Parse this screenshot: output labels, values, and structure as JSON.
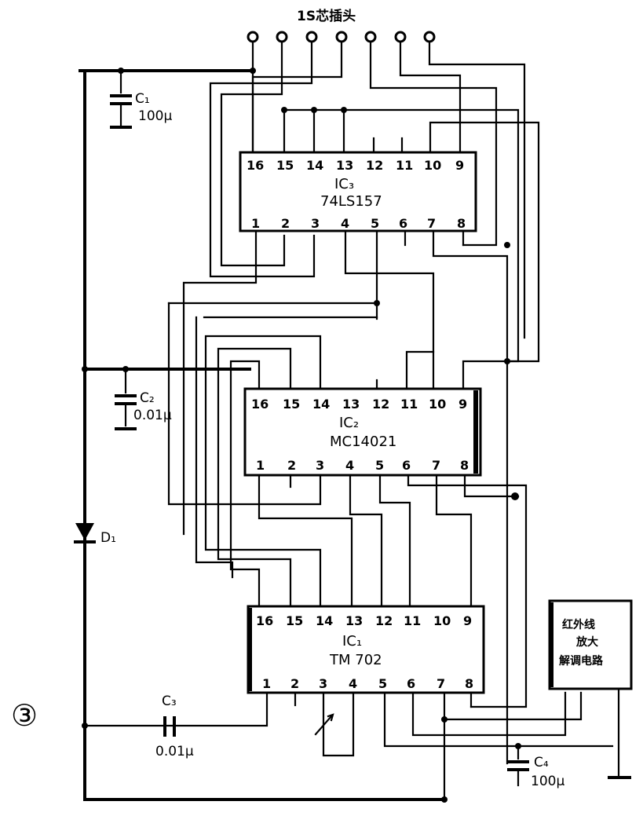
{
  "header": {
    "label": "1S芯插头"
  },
  "figure_number": "③",
  "ic3": {
    "ref": "IC₃",
    "part": "74LS157"
  },
  "ic2": {
    "ref": "IC₂",
    "part": "MC14021"
  },
  "ic1": {
    "ref": "IC₁",
    "part": "TM 702"
  },
  "pins": {
    "top": [
      "16",
      "15",
      "14",
      "13",
      "12",
      "11",
      "10",
      "9"
    ],
    "bottom": [
      "1",
      "2",
      "3",
      "4",
      "5",
      "6",
      "7",
      "8"
    ]
  },
  "components": {
    "c1": {
      "ref": "C₁",
      "value": "100μ"
    },
    "c2": {
      "ref": "C₂",
      "value": "0.01μ"
    },
    "c3": {
      "ref": "C₃",
      "value": "0.01μ"
    },
    "c4": {
      "ref": "C₄",
      "value": "100μ"
    },
    "d1": {
      "ref": "D₁"
    }
  },
  "ir_module": {
    "line1": "红外线",
    "line2": "放大",
    "line3": "解调电路"
  }
}
